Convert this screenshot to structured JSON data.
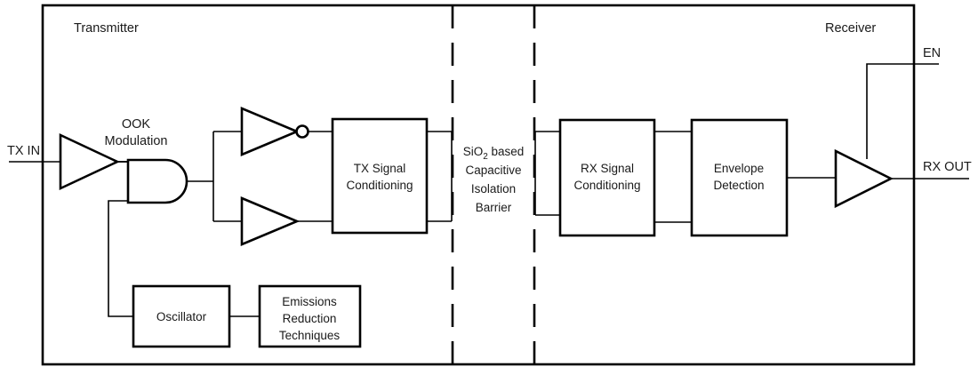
{
  "diagram": {
    "title_hidden": "",
    "sections": {
      "transmitter_label": "Transmitter",
      "receiver_label": "Receiver"
    },
    "ports": {
      "tx_in": "TX IN",
      "en": "EN",
      "rx_out": "RX OUT"
    },
    "annotations": {
      "ook_line1": "OOK",
      "ook_line2": "Modulation"
    },
    "barrier": {
      "line1_pre": "SiO",
      "line1_sub": "2",
      "line1_post": " based",
      "line2": "Capacitive",
      "line3": "Isolation",
      "line4": "Barrier"
    },
    "blocks": [
      {
        "id": "tx-signal-conditioning",
        "line1": "TX Signal",
        "line2": "Conditioning"
      },
      {
        "id": "rx-signal-conditioning",
        "line1": "RX Signal",
        "line2": "Conditioning"
      },
      {
        "id": "envelope-detection",
        "line1": "Envelope",
        "line2": "Detection"
      },
      {
        "id": "oscillator",
        "line1": "Oscillator",
        "line2": ""
      },
      {
        "id": "emissions-reduction",
        "line1": "Emissions",
        "line2": "Reduction",
        "line3": "Techniques"
      }
    ],
    "gates": [
      {
        "id": "input-buffer",
        "type": "buffer-triangle"
      },
      {
        "id": "and-gate",
        "type": "and-gate"
      },
      {
        "id": "inverter-gate",
        "type": "inverter-triangle-bubble"
      },
      {
        "id": "buffer-gate",
        "type": "buffer-triangle"
      },
      {
        "id": "output-buffer",
        "type": "buffer-triangle"
      }
    ],
    "colors": {
      "line": "#000000",
      "text": "#1a1a1a",
      "background": "#ffffff"
    }
  }
}
